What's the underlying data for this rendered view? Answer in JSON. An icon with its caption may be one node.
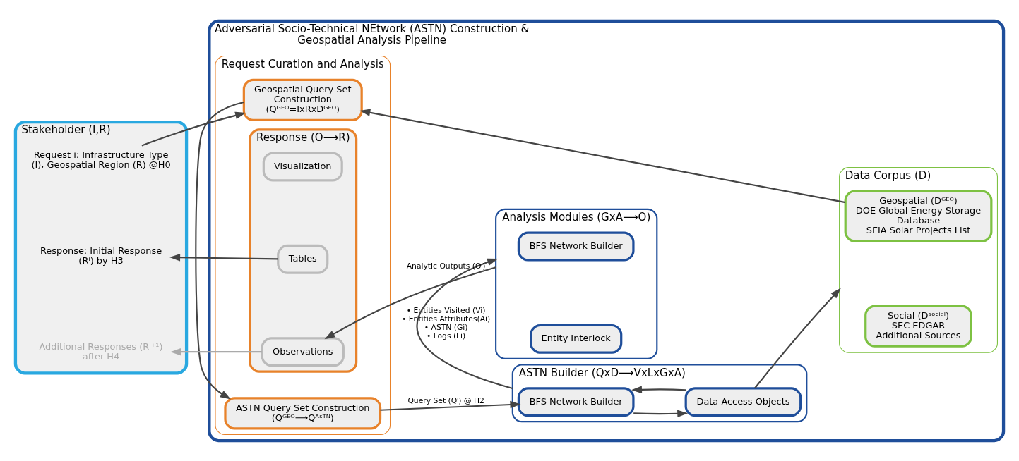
{
  "diagram": {
    "nodes": [
      {
        "text": [
          "Stakeholder (I,R)"
        ]
      },
      {
        "text": [
          "Request i: Infrastructure Type (I), Geospatial Region (R) @H0"
        ],
        "in": 0
      },
      {
        "text": [
          "Response: Initial Response (Rⁱ) by H3"
        ],
        "in": 0
      },
      {
        "text": [
          "Additional Responses (Rⁱ⁺¹) after H4"
        ],
        "in": 0
      },
      {
        "text": [
          "Adversarial Socio-Technical NEtwork (ASTN) Construction & Geospatial Analysis Pipeline"
        ]
      },
      {
        "text": [
          "Request Curation and Analysis"
        ],
        "in": 4
      },
      {
        "text": [
          "Geospatial Query Set Construction",
          "(Qᴳᴱᴼ=IxRxDᴳᴱᴼ)"
        ],
        "in": 5
      },
      {
        "text": [
          "ASTN Query Set Construction",
          "(Qᴳᴱᴼ⟶Qᴬˢᵀᴺ)"
        ],
        "in": 5
      },
      {
        "text": [
          "Response (O⟶R)"
        ],
        "in": 5
      },
      {
        "text": [
          "Visualization"
        ],
        "in": 8
      },
      {
        "text": [
          "Tables"
        ],
        "in": 8
      },
      {
        "text": [
          "Observations"
        ],
        "in": 8
      },
      {
        "text": [
          "ASTN Builder (QxD⟶VxLxGxA)"
        ],
        "in": 4
      },
      {
        "text": [
          "BFS Network Builder"
        ],
        "in": 12
      },
      {
        "text": [
          "Data Access Objects"
        ],
        "in": 12
      },
      {
        "text": [
          "Analysis Modules (GxA⟶O)"
        ],
        "in": 4
      },
      {
        "text": [
          "BFS Network Builder"
        ],
        "in": 15
      },
      {
        "text": [
          "Entity Interlock"
        ],
        "in": 15
      },
      {
        "text": [
          "Data Corpus (D)"
        ],
        "in": 4
      },
      {
        "text": [
          "Geospatial (Dᴳᴱᴼ)",
          "DOE Global Energy Storage Database",
          "SEIA Solar Projects List"
        ],
        "in": 18
      },
      {
        "text": [
          "Social (Dˢᵒᶜⁱᵃˡ)",
          "SEC EDGAR",
          "Additional Sources"
        ],
        "in": 18
      }
    ],
    "edges": [
      {
        "from": 1,
        "to": 6,
        "arrow": "to"
      },
      {
        "from": 19,
        "to": 6,
        "arrow": "to"
      },
      {
        "from": 6,
        "to": 7,
        "arrow": "to"
      },
      {
        "from": 7,
        "to": 13,
        "arrow": "to",
        "label": "Query Set (Qⁱ) @ H2"
      },
      {
        "from": 13,
        "to": 14,
        "arrow": "to"
      },
      {
        "from": 14,
        "to": 13,
        "arrow": "to"
      },
      {
        "from": 14,
        "to": 18,
        "arrow": "to"
      },
      {
        "from": 12,
        "to": 15,
        "arrow": "to",
        "label": "• Entities Visited (Vi) • Entities Attributes(Ai) • ASTN (Gi) • Logs (Li)"
      },
      {
        "from": 15,
        "to": 11,
        "arrow": "to",
        "label": "Analytic Outputs (Oⁱ)"
      },
      {
        "from": 10,
        "to": 2,
        "arrow": "to"
      },
      {
        "from": 11,
        "to": 3,
        "arrow": "to",
        "color": "#aaaaaa"
      }
    ]
  }
}
